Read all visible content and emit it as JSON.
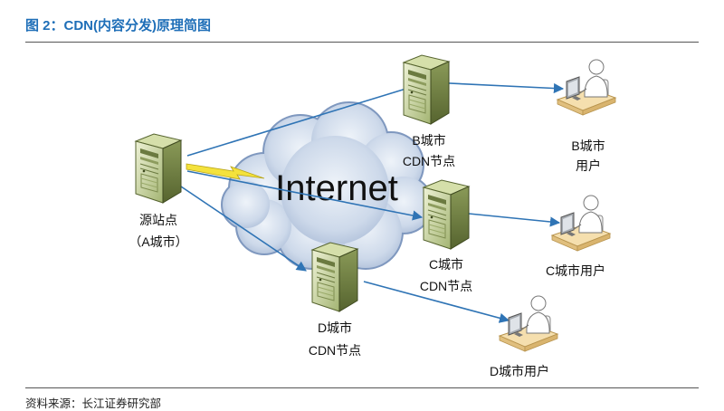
{
  "title": "图 2：CDN(内容分发)原理简图",
  "source": "资料来源：长江证券研究部",
  "cloud_label": "Internet",
  "nodes": {
    "origin": {
      "line1": "源站点",
      "line2": "（A城市）"
    },
    "b_node": {
      "line1": "B城市",
      "line2": "CDN节点"
    },
    "c_node": {
      "line1": "C城市",
      "line2": "CDN节点"
    },
    "d_node": {
      "line1": "D城市",
      "line2": "CDN节点"
    }
  },
  "users": {
    "b_user": {
      "line1": "B城市",
      "line2": "用户"
    },
    "c_user": {
      "line1": "C城市用户"
    },
    "d_user": {
      "line1": "D城市用户"
    }
  },
  "colors": {
    "title": "#1f6fb8",
    "link": "#2f74b5",
    "lightning": "#f4e23c",
    "server": "#a9b97a",
    "desk": "#f5dfae"
  }
}
